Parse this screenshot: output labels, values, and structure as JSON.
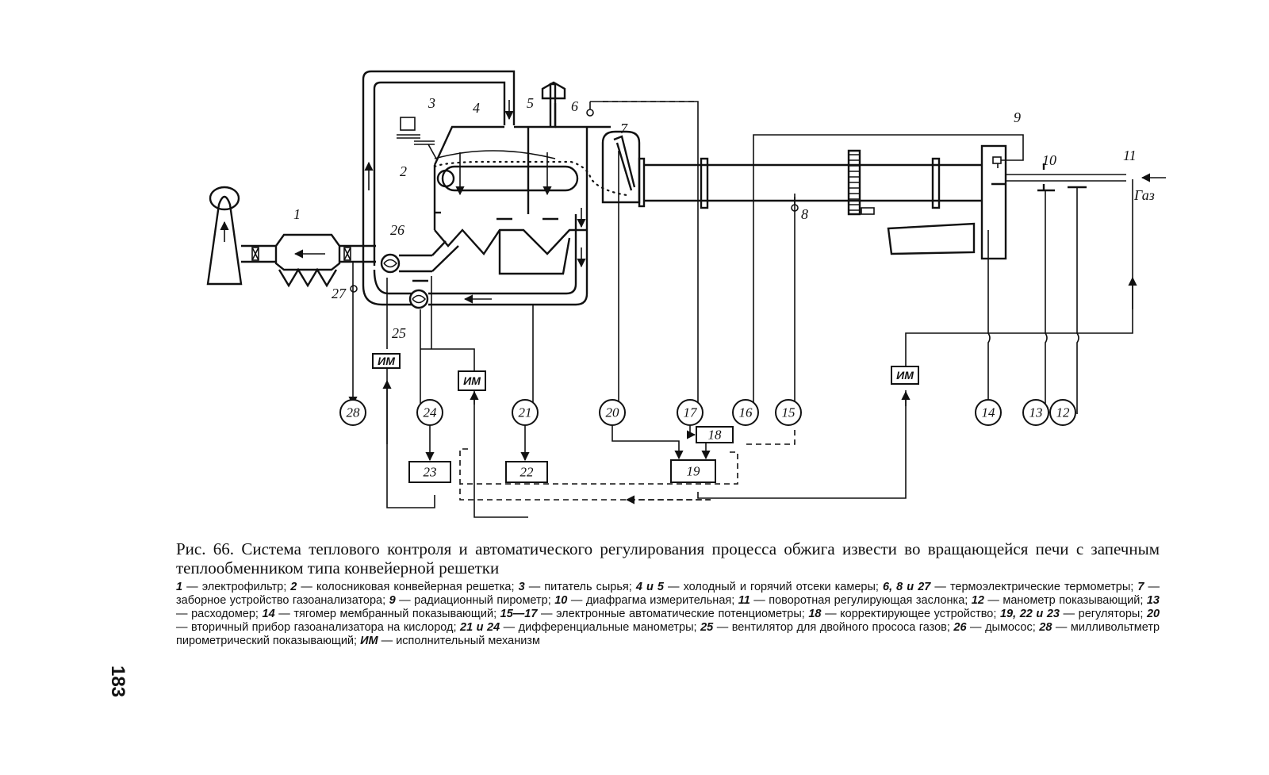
{
  "figure": {
    "caption_number": "Рис. 66.",
    "caption_title": "Система теплового контроля и автоматического регулирования процесса обжига извести во вращающейся печи с запечным теплообменником типа конвейерной решетки"
  },
  "labels": {
    "gas": "Газ",
    "actuator": "ИМ",
    "items": [
      "1",
      "2",
      "3",
      "4",
      "5",
      "6",
      "7",
      "8",
      "9",
      "10",
      "11",
      "26",
      "27",
      "25"
    ]
  },
  "instruments": {
    "circles": [
      "28",
      "24",
      "21",
      "20",
      "17",
      "16",
      "15",
      "14",
      "13",
      "12"
    ],
    "boxes": [
      "23",
      "22",
      "19",
      "18"
    ]
  },
  "legend": [
    {
      "key": "1",
      "text": "электрофильтр"
    },
    {
      "key": "2",
      "text": "колосниковая конвейерная решетка"
    },
    {
      "key": "3",
      "text": "питатель сырья"
    },
    {
      "key": "4 и 5",
      "text": "холодный и горячий отсеки камеры"
    },
    {
      "key": "6, 8 и 27",
      "text": "термоэлектрические термометры"
    },
    {
      "key": "7",
      "text": "заборное устройство газоанализатора"
    },
    {
      "key": "9",
      "text": "радиационный пирометр"
    },
    {
      "key": "10",
      "text": "диафрагма измерительная"
    },
    {
      "key": "11",
      "text": "поворотная регулирующая заслонка"
    },
    {
      "key": "12",
      "text": "манометр показывающий"
    },
    {
      "key": "13",
      "text": "расходомер"
    },
    {
      "key": "14",
      "text": "тягомер мембранный показывающий"
    },
    {
      "key": "15—17",
      "text": "электронные автоматические потенциометры"
    },
    {
      "key": "18",
      "text": "корректирующее устройство"
    },
    {
      "key": "19, 22 и 23",
      "text": "регуляторы"
    },
    {
      "key": "20",
      "text": "вторичный прибор газоанализатора на кислород"
    },
    {
      "key": "21 и 24",
      "text": "дифференциальные манометры"
    },
    {
      "key": "25",
      "text": "вентилятор для двойного прососа газов"
    },
    {
      "key": "26",
      "text": "дымосос"
    },
    {
      "key": "28",
      "text": "милливольтметр пирометрический показывающий"
    },
    {
      "key": "ИМ",
      "text": "исполнительный механизм"
    }
  ],
  "page_number": "183"
}
